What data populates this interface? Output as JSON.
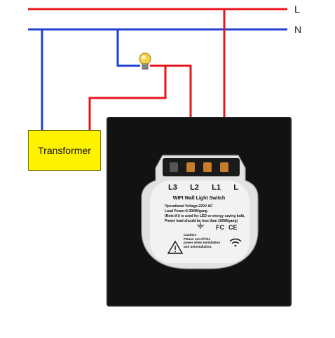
{
  "diagram": {
    "line_label": "L",
    "neutral_label": "N",
    "transformer_label": "Transformer",
    "terminals": [
      "L3",
      "L2",
      "L1",
      "L"
    ],
    "device_title": "WIFI Wall Light Switch",
    "specs": [
      "Operational Voltage:220V AC",
      "Load Power:0-300W/gang",
      "(Note:if it is used for LED or energy saving bulb,",
      "Power load should be less than 100W/gang)"
    ],
    "caution_heading": "Caution:",
    "caution_lines": [
      "Please cut off the",
      "power when installation",
      "and uninstallation."
    ],
    "cert_marks": [
      "FC",
      "CE"
    ],
    "colors": {
      "live_wire": "#e8141c",
      "neutral_wire": "#1f3fd6",
      "transformer_fill": "#fff200",
      "switch_body": "#121212",
      "label_plate": "#f2f2f2"
    },
    "icons": [
      "light-bulb-icon",
      "warning-icon",
      "wifi-icon",
      "ground-symbol-icon"
    ]
  }
}
